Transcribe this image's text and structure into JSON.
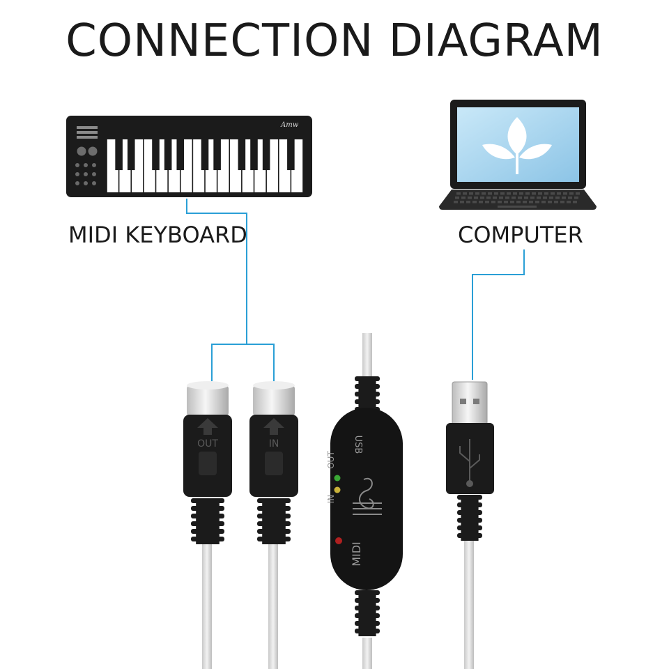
{
  "diagram": {
    "title": "CONNECTION DIAGRAM",
    "keyboard_label": "MIDI KEYBOARD",
    "computer_label": "COMPUTER",
    "keyboard_brand": "Amw",
    "plug_out_label": "OUT",
    "plug_in_label": "IN",
    "box_usb_label": "USB",
    "box_out_label": "OUT",
    "box_in_label": "IN",
    "box_midi_label": "MIDI"
  },
  "colors": {
    "connector_line": "#2a9fd6",
    "device_body": "#1b1b1b",
    "screen": "#a9d6f0",
    "cable": "#d4d4d4",
    "led_green": "#3aa835",
    "led_yellow": "#c9b23a",
    "led_red": "#b02020"
  }
}
